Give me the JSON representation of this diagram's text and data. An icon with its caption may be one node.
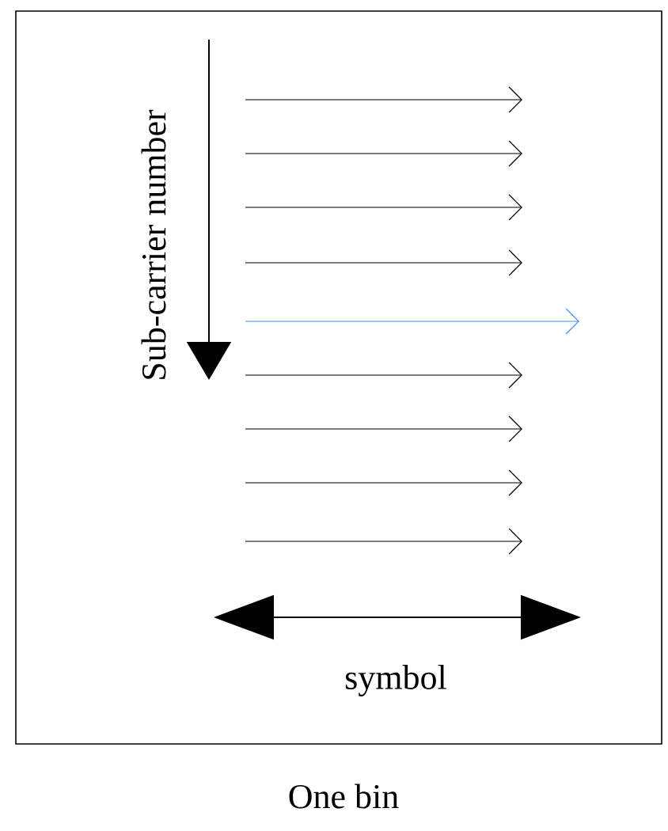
{
  "diagram": {
    "caption": "One bin",
    "labels": [
      "Sub-carrier number",
      "symbol"
    ]
  }
}
